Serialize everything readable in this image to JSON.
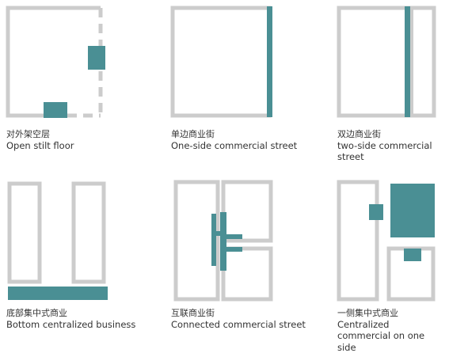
{
  "colors": {
    "outline_gray": "#cccccc",
    "commercial_teal": "#4a8f94",
    "caption_text": "#333333"
  },
  "figures": [
    {
      "id": "open-stilt-floor",
      "label_zh": "对外架空层",
      "label_en": "Open stilt floor"
    },
    {
      "id": "one-side-commercial-street",
      "label_zh": "单边商业街",
      "label_en": "One-side commercial street"
    },
    {
      "id": "two-side-commercial-street",
      "label_zh": "双边商业街",
      "label_en": "two-side commercial street"
    },
    {
      "id": "bottom-centralized-business",
      "label_zh": "底部集中式商业",
      "label_en": "Bottom centralized business"
    },
    {
      "id": "connected-commercial-street",
      "label_zh": "互联商业街",
      "label_en": "Connected commercial street"
    },
    {
      "id": "centralized-commercial-one-side",
      "label_zh": "一侧集中式商业",
      "label_en": "Centralized commercial on one side"
    }
  ]
}
